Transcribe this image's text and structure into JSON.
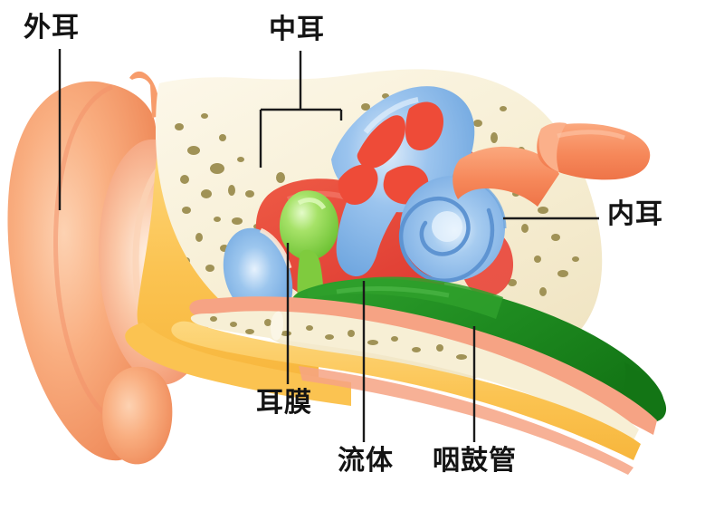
{
  "figure": {
    "title": "Human ear cross-section anatomy diagram",
    "background_color": "#ffffff"
  },
  "labels": {
    "outer_ear": "外耳",
    "middle_ear": "中耳",
    "inner_ear": "内耳",
    "eardrum": "耳膜",
    "fluid": "流体",
    "eustachian_tube": "咽鼓管"
  },
  "palette": {
    "pinna_light": "#FBC39A",
    "pinna_mid": "#F79C6B",
    "pinna_dark": "#EE8756",
    "canal_yellow": "#FBC351",
    "canal_yellow_light": "#FDD77E",
    "bone_cream": "#F7EFD5",
    "bone_cream_light": "#FBF6E6",
    "bone_speckle": "#A09256",
    "tympanic_red": "#E8473C",
    "ossicle_green": "#8CD94F",
    "eardrum_blue": "#7FB3E8",
    "cochlea_blue": "#8FBCEA",
    "eustachian_green": "#1E8A20",
    "nerve_orange": "#F6885A",
    "leader_line": "#1A1A1A",
    "text": "#141414"
  },
  "anatomy_parts": [
    {
      "name": "pinna",
      "label_key": "outer_ear",
      "color": "#F79C6B"
    },
    {
      "name": "ear-canal",
      "label_key": "outer_ear",
      "color": "#FBC351"
    },
    {
      "name": "temporal-bone",
      "label_key": "middle_ear",
      "color": "#F7EFD5"
    },
    {
      "name": "tympanic-cavity",
      "label_key": "middle_ear",
      "color": "#E8473C"
    },
    {
      "name": "ossicles",
      "label_key": "middle_ear",
      "color": "#8CD94F"
    },
    {
      "name": "tympanic-membrane",
      "label_key": "eardrum",
      "color": "#7FB3E8"
    },
    {
      "name": "semicircular-canals",
      "label_key": "inner_ear",
      "color": "#8FBCEA"
    },
    {
      "name": "cochlea",
      "label_key": "inner_ear",
      "color": "#8FBCEA"
    },
    {
      "name": "auditory-nerve",
      "label_key": "inner_ear",
      "color": "#F6885A"
    },
    {
      "name": "eustachian-tube",
      "label_key": "eustachian_tube",
      "color": "#1E8A20"
    },
    {
      "name": "middle-ear-fluid",
      "label_key": "fluid",
      "color": "#1E8A20"
    }
  ]
}
